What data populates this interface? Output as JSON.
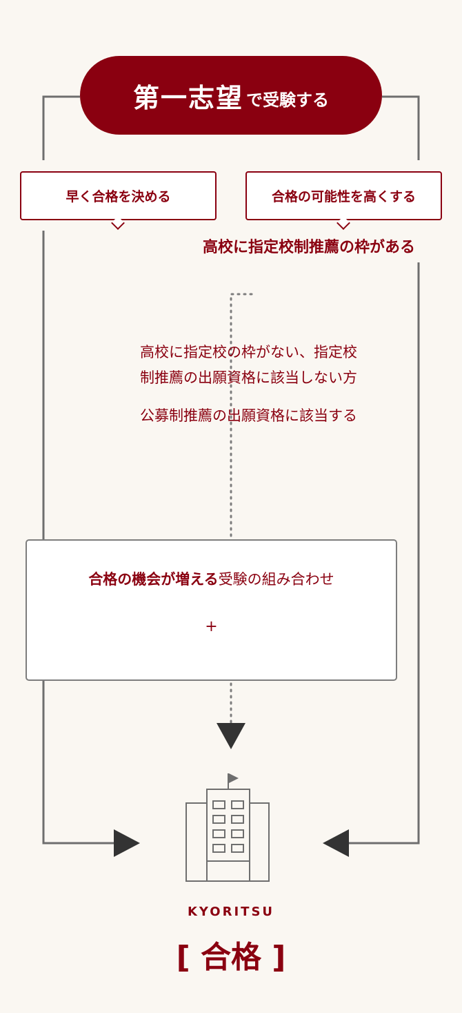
{
  "top": {
    "main": "第一志望",
    "sub": "で受験する"
  },
  "branches": {
    "left_label": "早く合格を決める",
    "right_label": "合格の可能性を高くする"
  },
  "right_path_note": "高校に指定校制推薦の枠がある",
  "conditions": {
    "line1": "高校に指定校の枠がない、指定校",
    "line2": "制推薦の出願資格に該当しない方",
    "line3": "公募制推薦の出願資格に該当する"
  },
  "combination": {
    "title_bold": "合格の機会が増える",
    "title_rest": "受験の組み合わせ",
    "plus": "+"
  },
  "goal": {
    "brand": "KYORITSU",
    "result": "[ 合格 ]"
  },
  "colors": {
    "accent": "#8a0010",
    "line": "#6e6e6e",
    "background": "#faf7f2"
  }
}
